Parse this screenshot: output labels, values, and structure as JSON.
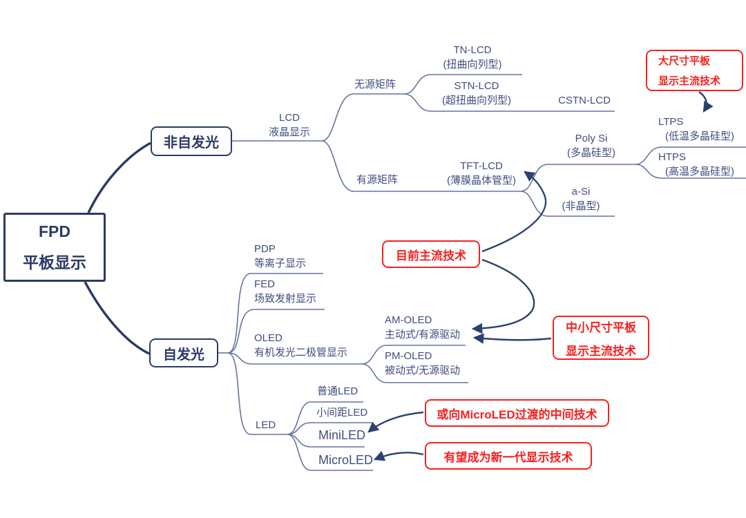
{
  "colors": {
    "navy_dark": "#2b3a66",
    "branch_line": "#64749f",
    "arrow_line": "#2c4170",
    "label_text": "#3e4d80",
    "annotation_red": "#f62020",
    "background": "#ffffff"
  },
  "root": {
    "title": "FPD",
    "subtitle": "平板显示"
  },
  "level1": {
    "non_emissive": {
      "label": "非自发光"
    },
    "emissive": {
      "label": "自发光"
    }
  },
  "lcd_branch": {
    "lcd": {
      "title": "LCD",
      "subtitle": "液晶显示"
    },
    "passive_matrix": {
      "label": "无源矩阵"
    },
    "active_matrix": {
      "label": "有源矩阵"
    },
    "tn_lcd": {
      "title": "TN-LCD",
      "subtitle": "(扭曲向列型)"
    },
    "stn_lcd": {
      "title": "STN-LCD",
      "subtitle": "(超扭曲向列型)"
    },
    "cstn_lcd": {
      "title": "CSTN-LCD"
    },
    "tft_lcd": {
      "title": "TFT-LCD",
      "subtitle": "(薄膜晶体管型)"
    },
    "poly_si": {
      "title": "Poly Si",
      "subtitle": "(多晶硅型)"
    },
    "a_si": {
      "title": "a-Si",
      "subtitle": "(非晶型)"
    },
    "ltps": {
      "title": "LTPS",
      "subtitle": "(低温多晶硅型)"
    },
    "htps": {
      "title": "HTPS",
      "subtitle": "(高温多晶硅型)"
    }
  },
  "emissive_branch": {
    "pdp": {
      "title": "PDP",
      "subtitle": "等离子显示"
    },
    "fed": {
      "title": "FED",
      "subtitle": "场致发射显示"
    },
    "oled": {
      "title": "OLED",
      "subtitle": "有机发光二极管显示"
    },
    "am_oled": {
      "title": "AM-OLED",
      "subtitle": "主动式/有源驱动"
    },
    "pm_oled": {
      "title": "PM-OLED",
      "subtitle": "被动式/无源驱动"
    },
    "led": {
      "title": "LED"
    },
    "ordinary_led": {
      "title": "普通LED"
    },
    "fine_pitch_led": {
      "title": "小间距LED"
    },
    "mini_led": {
      "title": "MiniLED"
    },
    "micro_led": {
      "title": "MicroLED"
    }
  },
  "annotations": {
    "large_panel": {
      "line1": "大尺寸平板",
      "line2": "显示主流技术"
    },
    "current_mainstream": {
      "label": "目前主流技术"
    },
    "small_medium_panel": {
      "line1": "中小尺寸平板",
      "line2": "显示主流技术"
    },
    "microled_transition": {
      "label": "或向MicroLED过渡的中间技术"
    },
    "next_generation": {
      "label": "有望成为新一代显示技术"
    }
  }
}
